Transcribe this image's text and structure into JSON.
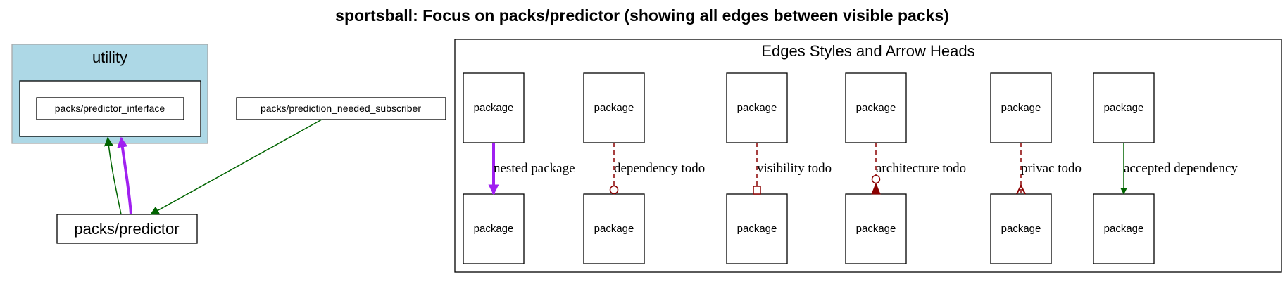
{
  "title": "sportsball: Focus on packs/predictor (showing all edges between visible packs)",
  "utility": {
    "label": "utility",
    "inner_node": "packs/predictor_interface"
  },
  "nodes": {
    "subscriber": "packs/prediction_needed_subscriber",
    "predictor": "packs/predictor"
  },
  "legend": {
    "title": "Edges Styles and Arrow Heads",
    "node_label": "package",
    "edges": [
      {
        "label": "nested package"
      },
      {
        "label": "dependency todo"
      },
      {
        "label": "visibility todo"
      },
      {
        "label": "architecture todo"
      },
      {
        "label": "privac todo"
      },
      {
        "label": "accepted dependency"
      }
    ]
  },
  "colors": {
    "cluster_fill": "#add8e6",
    "cluster_stroke": "#a9a9a9",
    "accepted": "#006400",
    "nested": "#a020f0",
    "todo": "#8b0000"
  }
}
